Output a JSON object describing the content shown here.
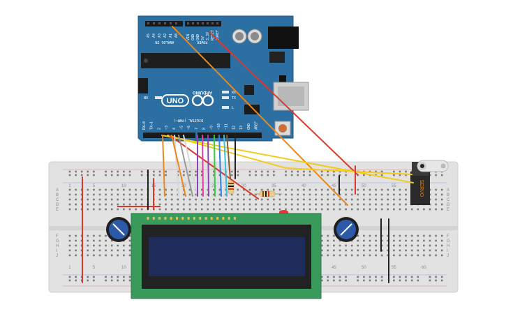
{
  "board": {
    "name": "ARDUINO",
    "model": "UNO",
    "label_analog_in": "ANALOG IN",
    "label_power": "POWER",
    "label_digital": "DIGITAL (PWM~)",
    "label_on": "ON",
    "label_tx": "TX",
    "label_rx": "RX",
    "label_l": "L",
    "power_pins": [
      "IOREF",
      "RESET",
      "3.3V",
      "5V",
      "GND",
      "GND",
      "VIN"
    ],
    "analog_pins": [
      "A0",
      "A1",
      "A2",
      "A3",
      "A4",
      "A5"
    ],
    "digital_pins": [
      "AREF",
      "GND",
      "13",
      "12",
      "~11",
      "~10",
      "~9",
      "8",
      "7",
      "~6",
      "~5",
      "4",
      "~3",
      "2",
      "TX→1",
      "RX←0"
    ],
    "color": "#2b6fa3"
  },
  "breadboard": {
    "row_letters_top": [
      "A",
      "B",
      "C",
      "D",
      "E"
    ],
    "row_letters_bottom": [
      "F",
      "G",
      "H",
      "I",
      "J"
    ],
    "column_numbers": [
      "1",
      "5",
      "10",
      "15",
      "20",
      "25",
      "30",
      "35",
      "40",
      "45",
      "50",
      "55",
      "60"
    ],
    "color": "#e4e4e4"
  },
  "servo": {
    "label": "SERVO",
    "color": "#2a2a2a"
  },
  "lcd": {
    "color": "#3a9a5c",
    "screen_color": "#1d2c5a"
  },
  "wire_colors": {
    "red": "#d93a2b",
    "orange": "#e8891a",
    "yellow": "#f2cc1b",
    "white": "#d8d8d8",
    "grey": "#9a9a9a",
    "purple": "#8e44ad",
    "pink": "#e040a0",
    "green": "#2ecc40",
    "blue": "#2f80ed",
    "cyan": "#35c0e0",
    "brown": "#8b5a2b",
    "black": "#222222"
  }
}
